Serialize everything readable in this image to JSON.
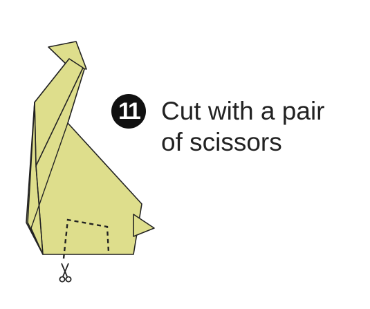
{
  "step": {
    "number": "11",
    "instruction_line1": "Cut with a pair",
    "instruction_line2": "of scissors"
  },
  "colors": {
    "paper_fill": "#DEDE8C",
    "outline": "#222222",
    "badge": "#111111",
    "text": "#222222"
  },
  "icons": {
    "cut_tool": "scissors-icon",
    "cut_guide": "dashed-cut-line"
  }
}
